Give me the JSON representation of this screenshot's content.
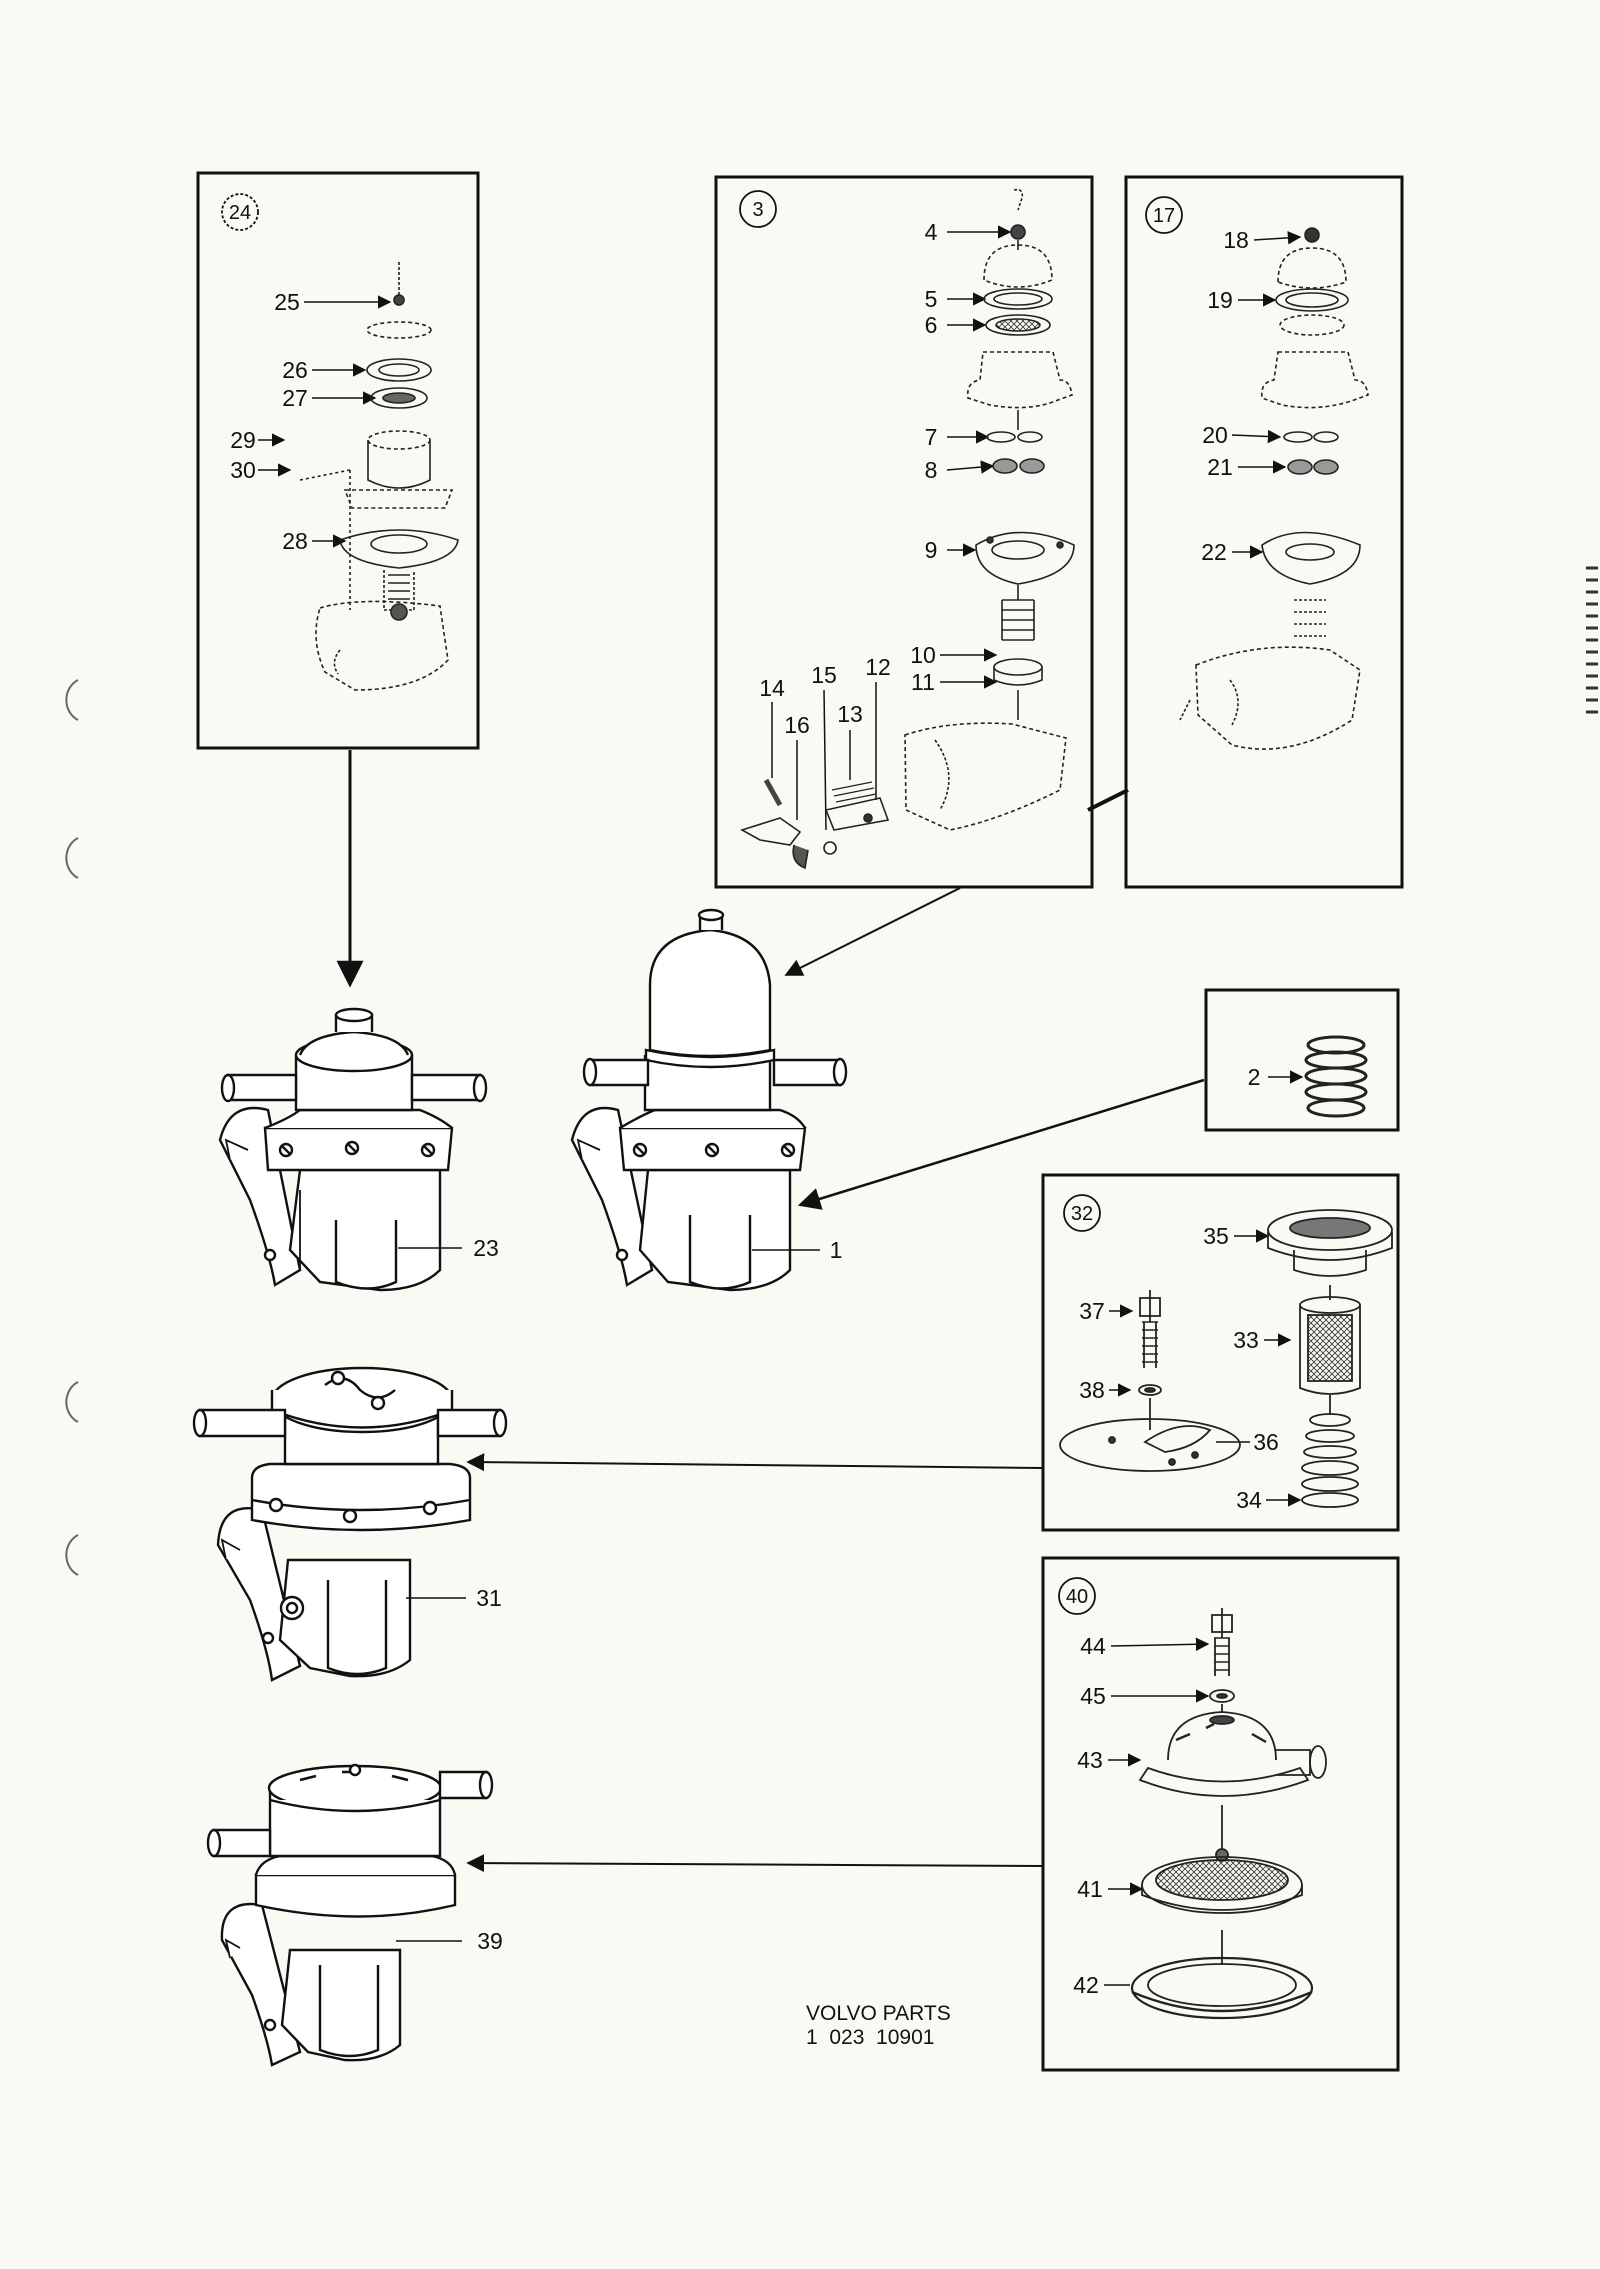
{
  "panels": {
    "p24": {
      "id": "24",
      "parts": [
        "25",
        "26",
        "27",
        "29",
        "30",
        "28"
      ]
    },
    "p3": {
      "id": "3",
      "parts": [
        "4",
        "5",
        "6",
        "7",
        "8",
        "9",
        "10",
        "11",
        "14",
        "15",
        "12",
        "16",
        "13"
      ]
    },
    "p17": {
      "id": "17",
      "parts": [
        "18",
        "19",
        "20",
        "21",
        "22"
      ]
    },
    "p2": {
      "parts": [
        "2"
      ]
    },
    "p32": {
      "id": "32",
      "parts": [
        "35",
        "37",
        "33",
        "38",
        "36",
        "34"
      ]
    },
    "p40": {
      "id": "40",
      "parts": [
        "44",
        "45",
        "43",
        "41",
        "42"
      ]
    }
  },
  "pumps": {
    "pump23": "23",
    "pump1": "1",
    "pump31": "31",
    "pump39": "39"
  },
  "footer": {
    "brand": "VOLVO PARTS",
    "code": "1  023  10901"
  }
}
